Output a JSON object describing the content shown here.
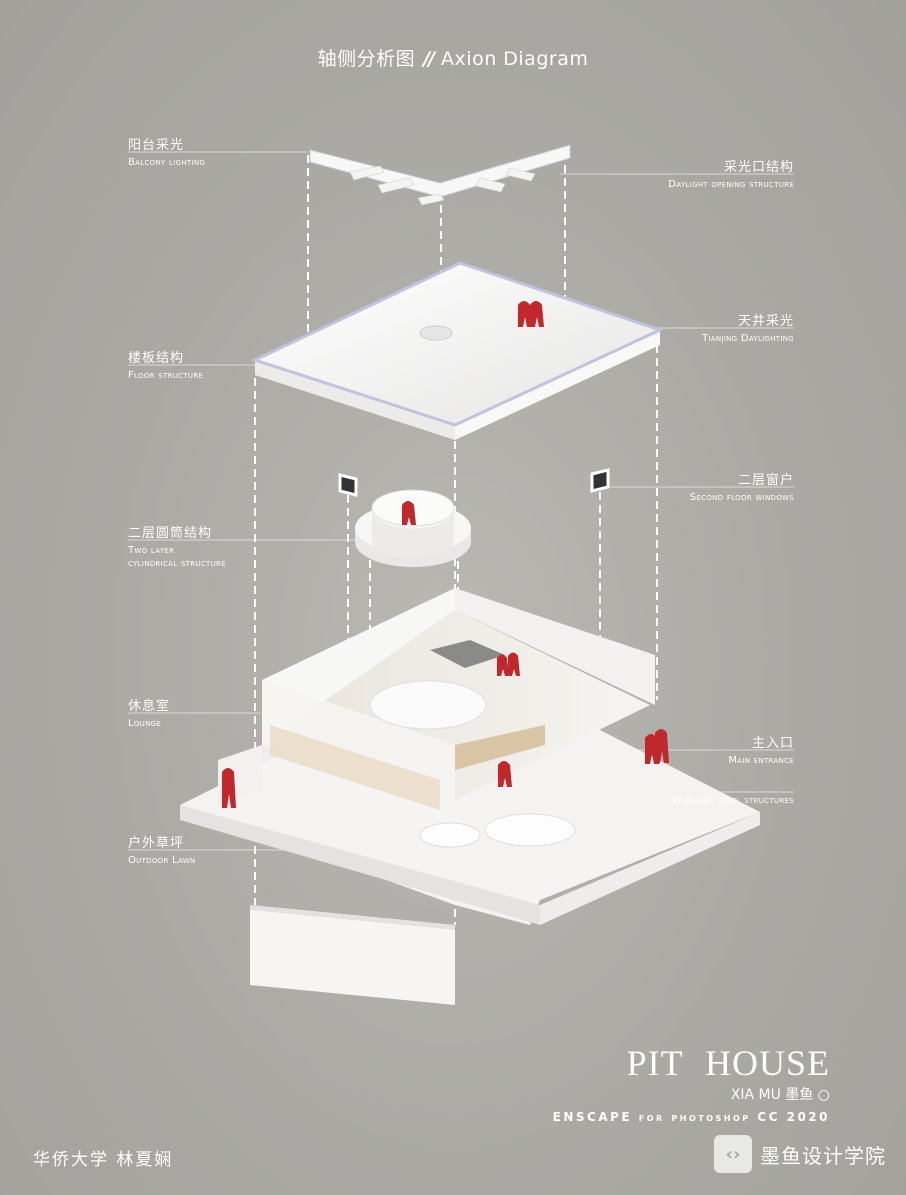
{
  "header": {
    "title_zh": "轴侧分析图",
    "separator": "//",
    "title_en": "Axion Diagram"
  },
  "labels": {
    "balcony": {
      "zh": "阳台采光",
      "en": "Balcony lighting"
    },
    "daylight_opening": {
      "zh": "采光口结构",
      "en": "Daylight opening structure"
    },
    "tianjing": {
      "zh": "天井采光",
      "en": "Tianjing Daylighting"
    },
    "floor": {
      "zh": "楼板结构",
      "en": "Floor structure"
    },
    "windows": {
      "zh": "二层窗户",
      "en": "Second floor windows"
    },
    "cylinder": {
      "zh": "二层圆筒结构",
      "en1": "Two layer",
      "en2": "cylindrical structure"
    },
    "lounge": {
      "zh": "休息室",
      "en": "Lounge"
    },
    "entrance": {
      "zh": "主入口",
      "en": "Main entrance"
    },
    "steel": {
      "en": "Weighing steel structures"
    },
    "lawn": {
      "zh": "户外草坪",
      "en": "Outdoor Lawn"
    }
  },
  "brand": {
    "title": "PIT HOUSE",
    "subtitle": "XIA MU 墨鱼 ○",
    "tool": "ENSCAPE  for photoshop CC 2020"
  },
  "author": "华侨大学 林夏娴",
  "logo": {
    "text": "墨鱼设计学院"
  },
  "colors": {
    "background": "#aaa9a4",
    "figure_red": "#c0282d",
    "model_white": "#f4f3f1",
    "slab_edge": "#c8cbe0"
  }
}
